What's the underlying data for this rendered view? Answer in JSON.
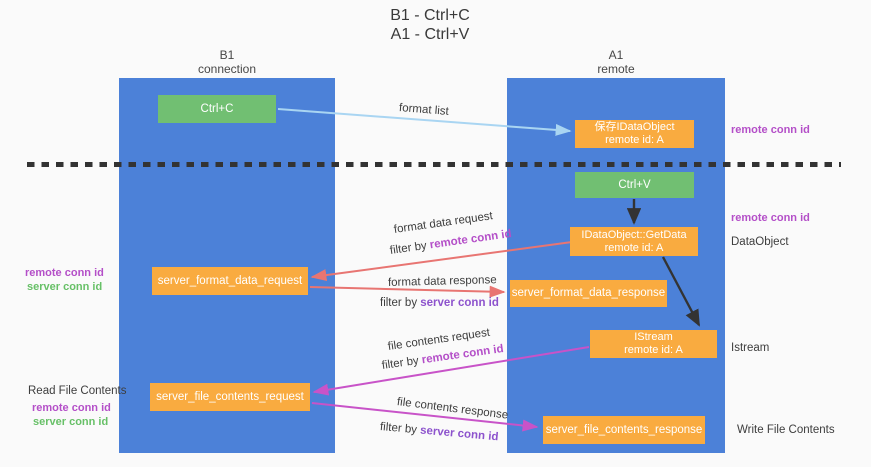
{
  "title": {
    "line1": "B1 - Ctrl+C",
    "line2": "A1 - Ctrl+V"
  },
  "columns": {
    "left": {
      "name": "B1",
      "role": "connection"
    },
    "right": {
      "name": "A1",
      "role": "remote"
    }
  },
  "nodes": {
    "ctrl_c": {
      "label": "Ctrl+C"
    },
    "save_dataobject": {
      "line1": "保存IDataObject",
      "line2": "remote id: A"
    },
    "ctrl_v": {
      "label": "Ctrl+V"
    },
    "getdata": {
      "line1": "IDataObject::GetData",
      "line2": "remote id: A"
    },
    "server_format_data_request": {
      "label": "server_format_data_request"
    },
    "server_format_data_response": {
      "label": "server_format_data_response"
    },
    "istream": {
      "line1": "IStream",
      "line2": "remote id: A"
    },
    "server_file_contents_request": {
      "label": "server_file_contents_request"
    },
    "server_file_contents_response": {
      "label": "server_file_contents_response"
    }
  },
  "flow": {
    "format_list": "format list",
    "format_data_request": "format data request",
    "format_data_response": "format data response",
    "file_contents_request": "file contents request",
    "file_contents_response": "file contents response",
    "filter_by": "filter by ",
    "remote_conn_id": "remote conn id",
    "server_conn_id": "server conn id"
  },
  "side": {
    "remote_conn_id": "remote conn id",
    "server_conn_id": "server conn id",
    "dataobject": "DataObject",
    "istream": "Istream",
    "read_file_contents": "Read File Contents",
    "write_file_contents": "Write File Contents"
  },
  "colors": {
    "bg": "#fafafa",
    "column-blue": "#4c81d8",
    "box-green": "#71bf72",
    "box-orange": "#f9ab40",
    "arrow-lightblue": "#a9d5f2",
    "arrow-red": "#e87572",
    "arrow-magenta": "#c853c8",
    "arrow-black": "#333333",
    "label-purple": "#b44fc8",
    "label-violet": "#8d53cd",
    "label-green": "#67c067",
    "text-dark": "#3d3d3d"
  }
}
